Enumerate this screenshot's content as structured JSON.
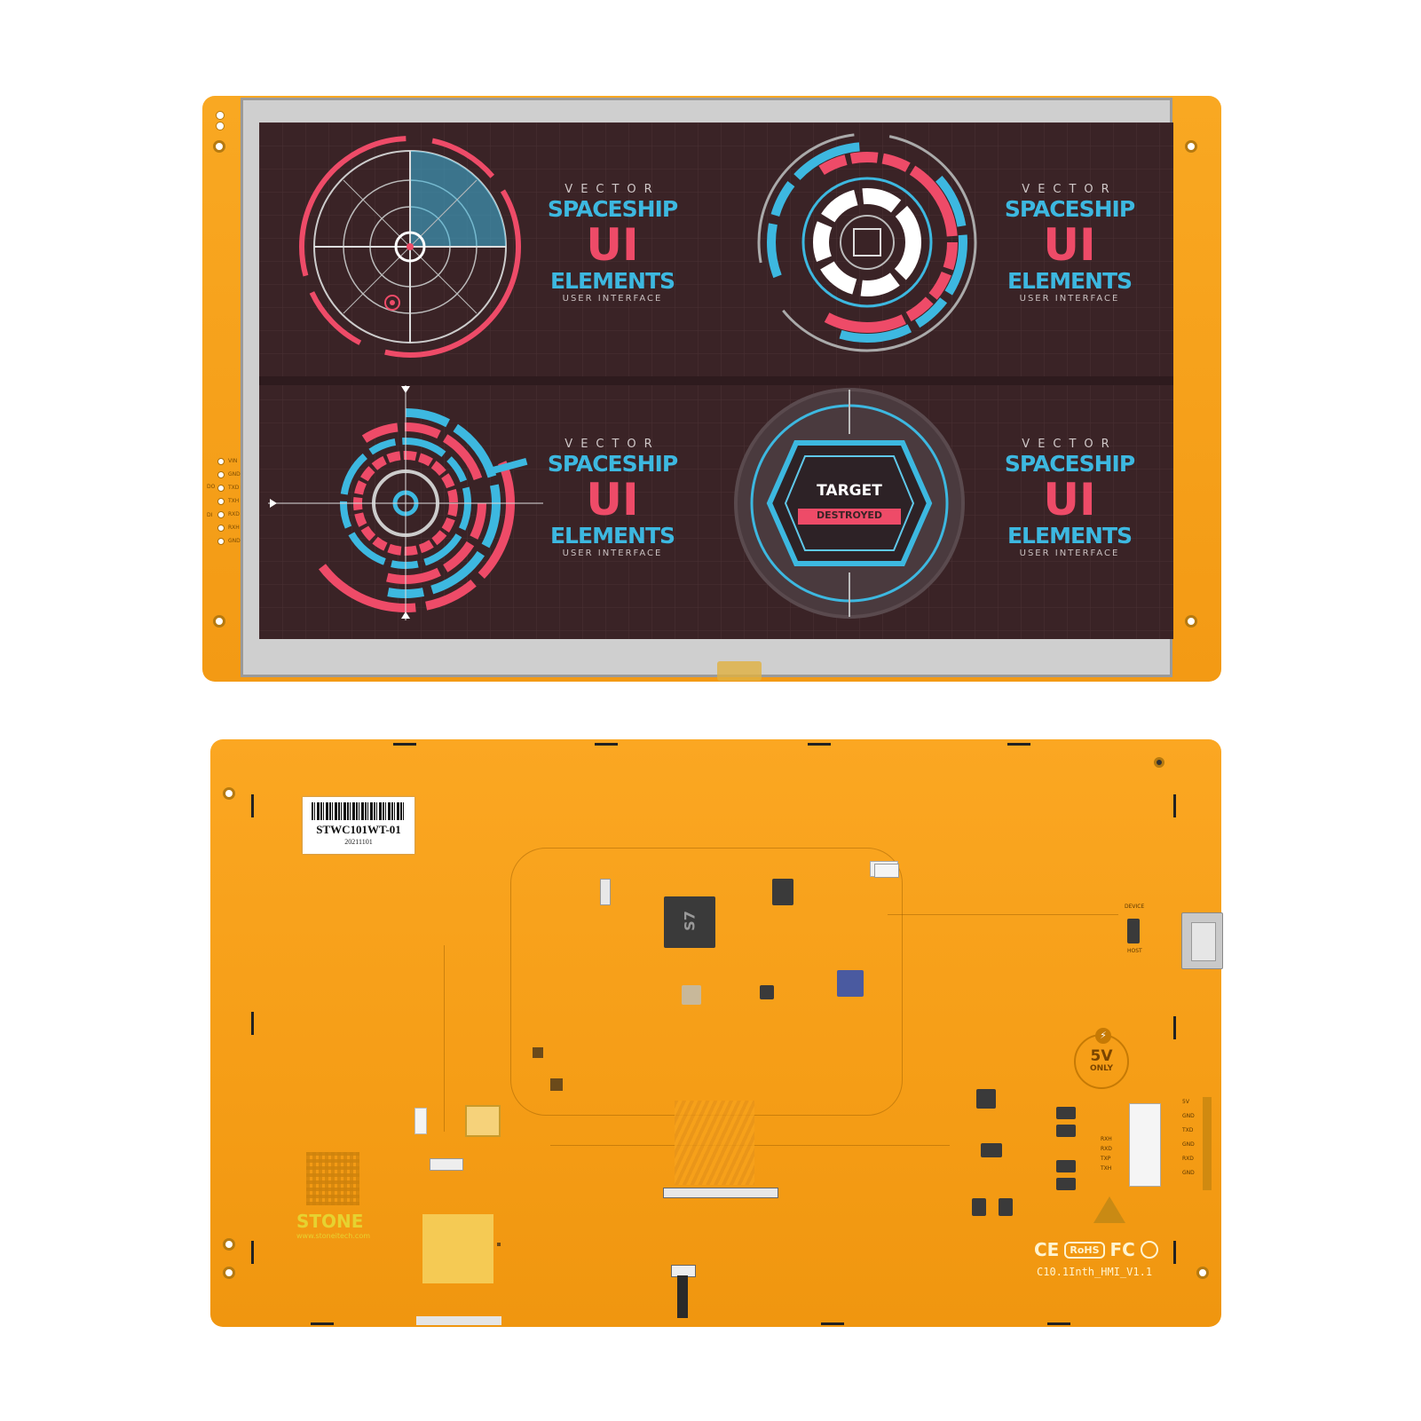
{
  "front": {
    "pin_labels": [
      "VIN",
      "GND",
      "TXD",
      "TXH",
      "RXD",
      "RXH",
      "GND"
    ],
    "side_labels": [
      "DO",
      "DI"
    ],
    "panels": [
      {
        "vector": "VECTOR",
        "spaceship": "SPACESHIP",
        "ui": "UI",
        "elements": "ELEMENTS",
        "user": "USER INTERFACE"
      },
      {
        "vector": "VECTOR",
        "spaceship": "SPACESHIP",
        "ui": "UI",
        "elements": "ELEMENTS",
        "user": "USER INTERFACE"
      },
      {
        "vector": "VECTOR",
        "spaceship": "SPACESHIP",
        "ui": "UI",
        "elements": "ELEMENTS",
        "user": "USER INTERFACE"
      },
      {
        "vector": "VECTOR",
        "spaceship": "SPACESHIP",
        "ui": "UI",
        "elements": "ELEMENTS",
        "user": "USER INTERFACE"
      }
    ],
    "target_text": "TARGET",
    "destroyed_text": "DESTROYED"
  },
  "back": {
    "model_label": "STWC101WT-01",
    "date_label": "20211101",
    "brand": "STONE",
    "website": "www.stoneitech.com",
    "chip_marking": "S7",
    "voltage_top": "5V",
    "voltage_bottom": "ONLY",
    "usb_device": "DEVICE",
    "usb_host": "HOST",
    "connector_pins": [
      "5V",
      "GND",
      "TXD",
      "GND",
      "RXD",
      "GND"
    ],
    "connector_side": [
      "RXH",
      "RXD",
      "TXP",
      "TXH"
    ],
    "cert_ce": "CE",
    "cert_rohs": "RoHS",
    "cert_fc": "FC",
    "board_name": "C10.1Inth_HMI_V1.1"
  },
  "colors": {
    "board": "#f7a21b",
    "screen_bg": "#3a2326",
    "accent_red": "#ee4b68",
    "accent_cyan": "#3db8e0"
  }
}
